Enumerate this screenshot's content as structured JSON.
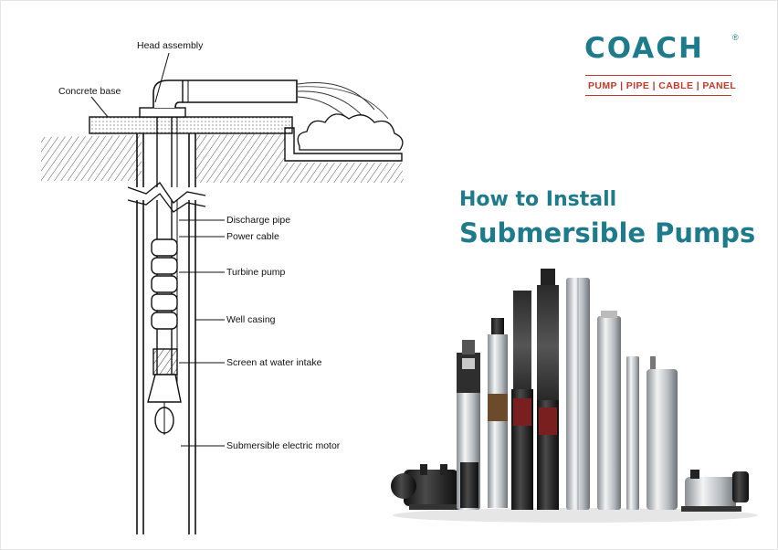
{
  "brand": {
    "name": "COACH",
    "registered": "®",
    "tagline": "PUMP | PIPE | CABLE | PANEL",
    "color": "#1e7b8c",
    "accent": "#c0392b"
  },
  "heading": {
    "line1": "How to Install",
    "line2": "Submersible Pumps"
  },
  "diagram": {
    "labels": {
      "head_assembly": "Head assembly",
      "concrete_base": "Concrete base",
      "discharge_pipe": "Discharge pipe",
      "power_cable": "Power cable",
      "turbine_pump": "Turbine pump",
      "well_casing": "Well casing",
      "screen": "Screen at water intake",
      "motor": "Submersible electric motor"
    }
  }
}
